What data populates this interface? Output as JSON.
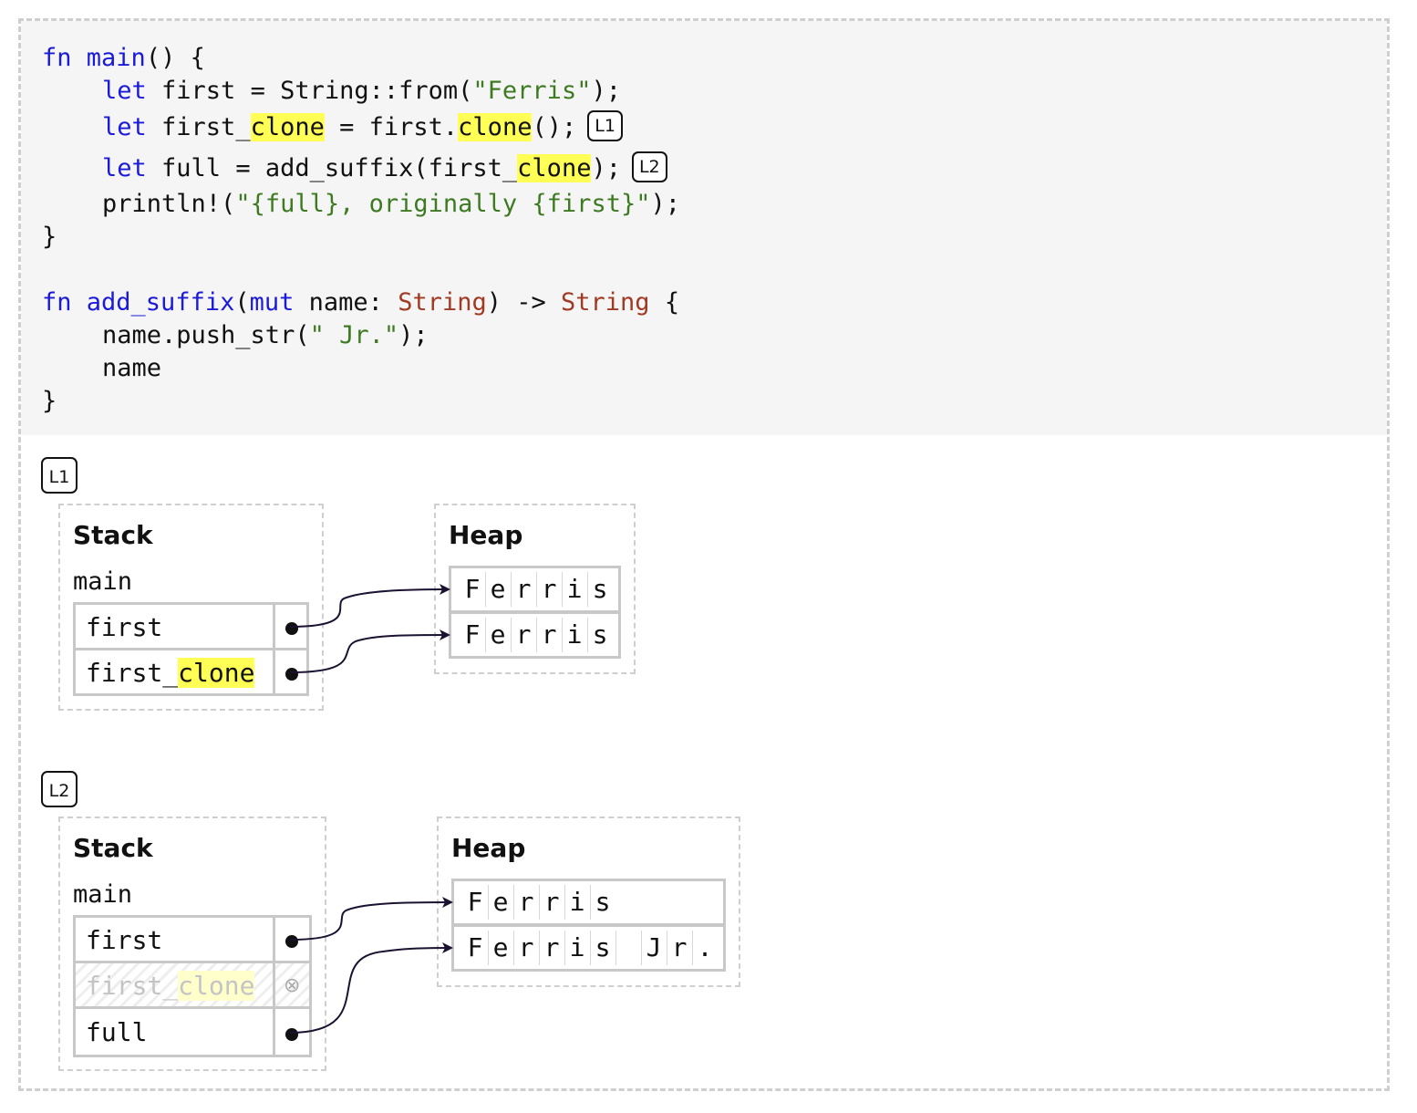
{
  "code": {
    "lines": [
      {
        "kw1": "fn ",
        "fnname": "main",
        "rest": "() {"
      },
      {
        "kw": "let",
        "text_a": " first = String::from(",
        "str": "\"Ferris\"",
        "text_b": ");"
      },
      {
        "kw": "let",
        "text_a": " first_",
        "hl1": "clone",
        "text_b": " = first.",
        "hl2": "clone",
        "text_c": "();",
        "badge": "L1"
      },
      {
        "kw": "let",
        "text_a": " full = add_suffix(first_",
        "hl1": "clone",
        "text_b": ");",
        "badge": "L2"
      },
      {
        "text_a": "println!(",
        "str": "\"{full}, originally {first}\"",
        "text_b": ");"
      },
      {
        "text": "}"
      },
      {
        "kw1": "fn ",
        "fnname": "add_suffix",
        "paren": "(",
        "kw2": "mut",
        "text_a": " name: ",
        "ty1": "String",
        "text_b": ") -> ",
        "ty2": "String",
        "text_c": " {"
      },
      {
        "text_a": "name.push_str(",
        "str": "\" Jr.\"",
        "text_b": ");"
      },
      {
        "text": "name"
      },
      {
        "text": "}"
      }
    ]
  },
  "sections": [
    {
      "badge": "L1",
      "stack": {
        "title": "Stack",
        "frame": "main",
        "rows": [
          {
            "name": "first",
            "dead": false
          },
          {
            "name_a": "first_",
            "name_hl": "clone",
            "dead": false
          }
        ]
      },
      "heap": {
        "title": "Heap",
        "rows": [
          [
            "F",
            "e",
            "r",
            "r",
            "i",
            "s"
          ],
          [
            "F",
            "e",
            "r",
            "r",
            "i",
            "s"
          ]
        ]
      }
    },
    {
      "badge": "L2",
      "stack": {
        "title": "Stack",
        "frame": "main",
        "rows": [
          {
            "name": "first",
            "dead": false
          },
          {
            "name_a": "first_",
            "name_hl": "clone",
            "dead": true,
            "mark": "⊗"
          },
          {
            "name": "full",
            "dead": false
          }
        ]
      },
      "heap": {
        "title": "Heap",
        "rows": [
          [
            "F",
            "e",
            "r",
            "r",
            "i",
            "s"
          ],
          [
            "F",
            "e",
            "r",
            "r",
            "i",
            "s",
            " ",
            "J",
            "r",
            "."
          ]
        ]
      }
    }
  ]
}
